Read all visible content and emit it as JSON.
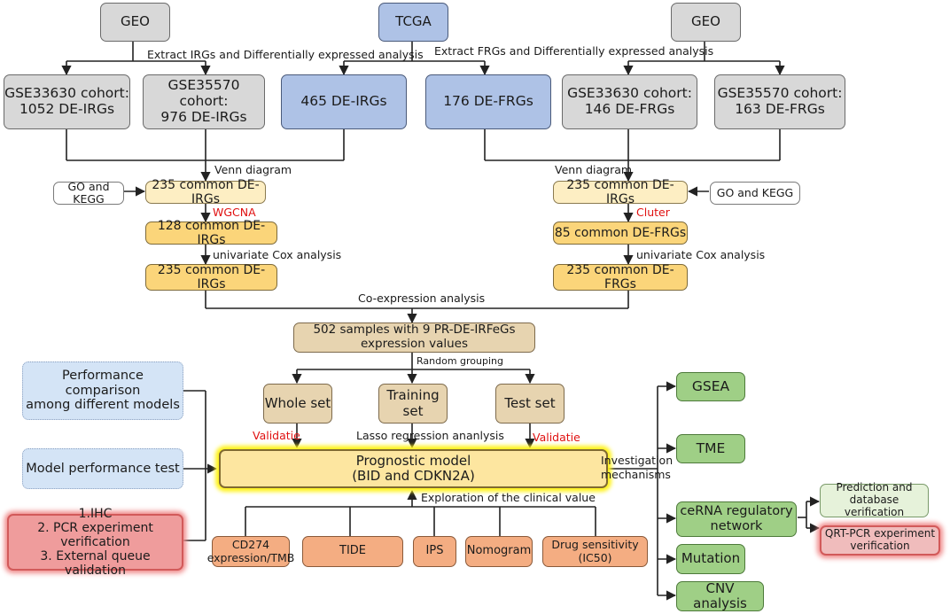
{
  "top_sources": {
    "geo_left": "GEO",
    "tcga": "TCGA",
    "geo_right": "GEO"
  },
  "arrow_labels": {
    "extract_irgs": "Extract IRGs and Differentially expressed analysis",
    "extract_frgs": "Extract FRGs and Differentially expressed analysis",
    "venn_left": "Venn diagram",
    "venn_right": "Venn diagram",
    "wgcna": "WGCNA",
    "cluter": "Cluter",
    "cox_left": "univariate Cox analysis",
    "cox_right": "univariate Cox analysis",
    "coexpression": "Co-expression analysis",
    "random_grouping": "Random grouping",
    "validatie_left": "Validatie",
    "validatie_right": "Validatie",
    "lasso": "Lasso regression ananlysis",
    "investigation": "Investigation\nmechanisms",
    "exploration": "Exploration of the clinical value"
  },
  "cohorts": {
    "gse33630_ir": "GSE33630 cohort:\n1052 DE-IRGs",
    "gse35570_ir": "GSE35570 cohort:\n976 DE-IRGs",
    "tcga_ir": "465 DE-IRGs",
    "tcga_fr": "176 DE-FRGs",
    "gse33630_fr": "GSE33630 cohort:\n146 DE-FRGs",
    "gse35570_fr": "GSE35570 cohort:\n163 DE-FRGs"
  },
  "left_chain": {
    "go_kegg": "GO and KEGG",
    "common1": "235 common DE-IRGs",
    "common2": "128 common DE-IRGs",
    "common3": "235 common DE-IRGs"
  },
  "right_chain": {
    "go_kegg": "GO and KEGG",
    "common1": "235 common DE-IRGs",
    "common2": "85 common DE-FRGs",
    "common3": "235 common DE-FRGs"
  },
  "samples": "502 samples with 9 PR-DE-IRFeGs\nexpression values",
  "sets": {
    "whole": "Whole set",
    "training": "Training set",
    "test": "Test set"
  },
  "left_side": {
    "performance_comparison": "Performance comparison\namong different models",
    "model_test": "Model performance test",
    "validation_list": "1.IHC\n2. PCR experiment verification\n3. External queue validation"
  },
  "model": "Prognostic model\n(BID and CDKN2A)",
  "clinical": {
    "cd274": "CD274\nexpression/TMB",
    "tide": "TIDE",
    "ips": "IPS",
    "nomogram": "Nomogram",
    "drug": "Drug sensitivity\n(IC50)"
  },
  "mechanisms": {
    "gsea": "GSEA",
    "tme": "TME",
    "cerna": "ceRNA regulatory\nnetwork",
    "mutation": "Mutation",
    "cnv": "CNV analysis"
  },
  "cerna_branches": {
    "prediction": "Prediction and\ndatabase verification",
    "qrt_pcr": "QRT-PCR experiment\nverification"
  },
  "colors": {
    "gray_box": "#d8d8d8",
    "blue_box": "#aec2e6",
    "yellow_light": "#fdeec3",
    "yellow_mid": "#fbd57a",
    "green_box": "#9fcf86",
    "orange_box": "#f4ad82",
    "pink_box": "#ef9c9c",
    "highlight_glow": "#fff21a",
    "red_text": "#e01010"
  }
}
